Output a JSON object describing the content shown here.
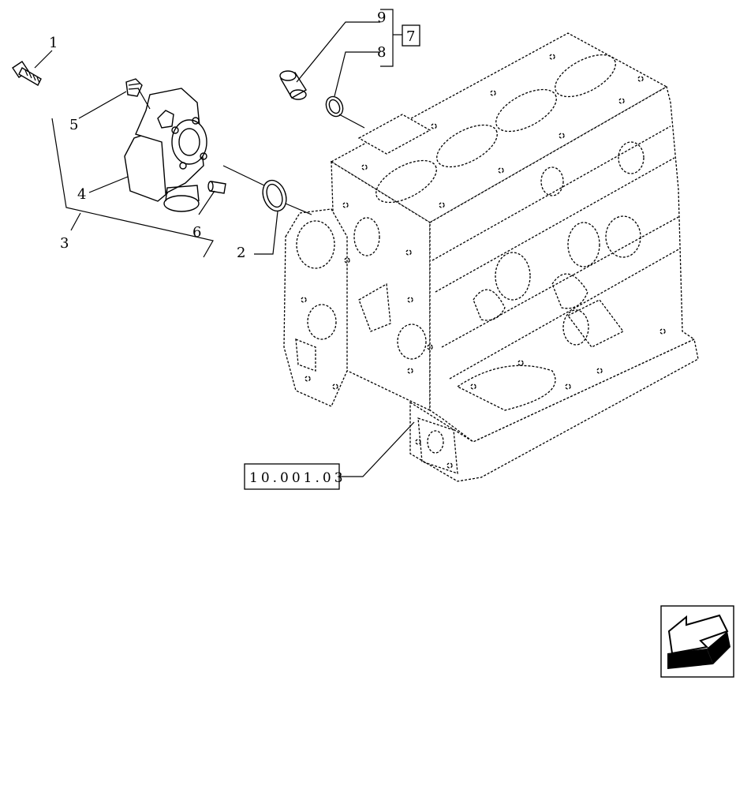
{
  "callouts": {
    "c1": "1",
    "c2": "2",
    "c3": "3",
    "c4": "4",
    "c5": "5",
    "c6": "6",
    "c7": "7",
    "c8": "8",
    "c9": "9"
  },
  "reference_box": "10.001.03",
  "icons": {
    "nav": "back-arrow-icon"
  }
}
